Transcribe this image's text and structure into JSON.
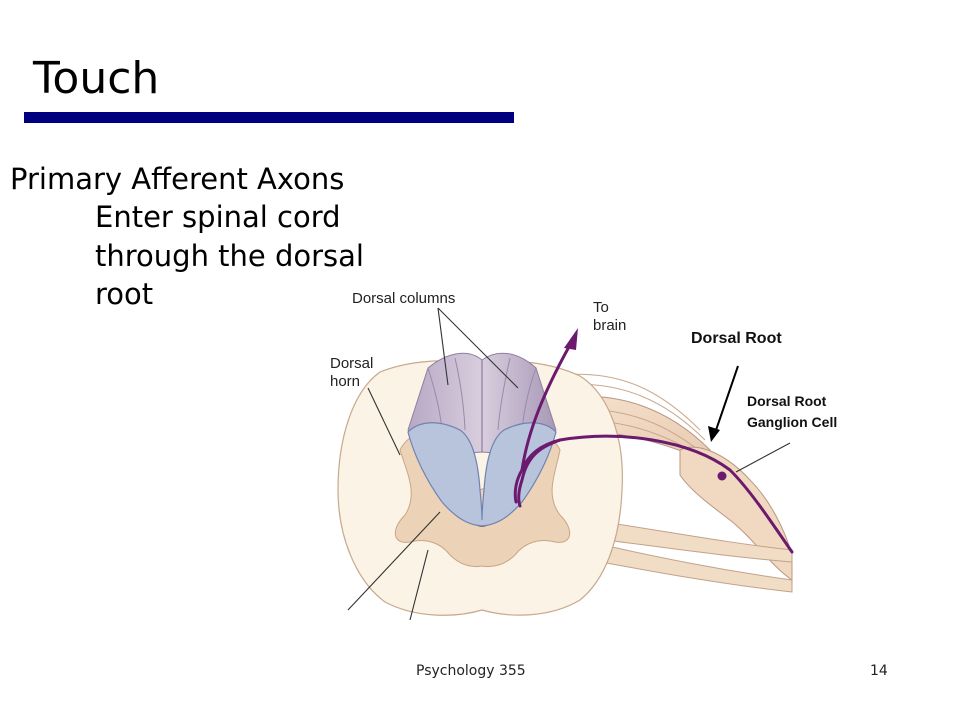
{
  "slide": {
    "title": "Touch",
    "accent_color": "#00007f",
    "bullet": "Primary Afferent Axons",
    "sub_lines": [
      "Enter spinal cord",
      "through the dorsal",
      "root"
    ]
  },
  "diagram": {
    "labels": {
      "dorsal_columns": "Dorsal columns",
      "to": "To",
      "brain": "brain",
      "dorsal": "Dorsal",
      "horn": "horn"
    },
    "callouts": {
      "dorsal_root": "Dorsal Root",
      "ganglion_line1": "Dorsal Root",
      "ganglion_line2": "Ganglion Cell"
    }
  },
  "footer": {
    "course": "Psychology 355",
    "page_number": "14"
  }
}
